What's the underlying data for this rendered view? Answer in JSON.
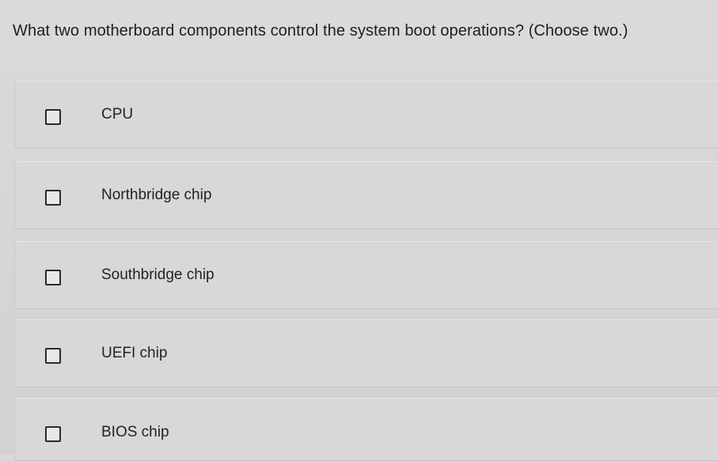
{
  "question": {
    "text": "What two motherboard components control the system boot operations? (Choose two.)"
  },
  "options": [
    {
      "label": "CPU",
      "checked": false
    },
    {
      "label": "Northbridge chip",
      "checked": false
    },
    {
      "label": "Southbridge chip",
      "checked": false
    },
    {
      "label": "UEFI chip",
      "checked": false
    },
    {
      "label": "BIOS chip",
      "checked": false
    }
  ],
  "colors": {
    "background": "#d8d8d8",
    "text": "#202020",
    "checkbox_border": "#2a2a2a"
  }
}
